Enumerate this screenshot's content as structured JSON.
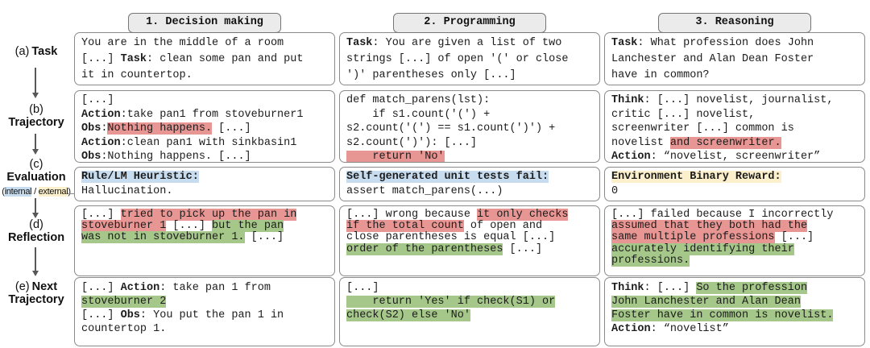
{
  "colors": {
    "highlight_red": "#e89693",
    "highlight_green": "#a6c78a",
    "highlight_blue": "#c8dcf0",
    "highlight_yellow": "#fbf0cb",
    "tab_background": "#ebebeb",
    "box_border": "#8a8a8a"
  },
  "flow": {
    "steps": [
      {
        "prefix": "(a)",
        "title": "Task"
      },
      {
        "prefix": "(b)",
        "title": "Trajectory"
      },
      {
        "prefix": "(c)",
        "title": "Evaluation",
        "subtitle": [
          {
            "t": "("
          },
          {
            "t": "internal",
            "h": "bl"
          },
          {
            "t": " / "
          },
          {
            "t": "external",
            "h": "y"
          },
          {
            "t": ")"
          }
        ]
      },
      {
        "prefix": "(d)",
        "title": "Reflection"
      },
      {
        "prefix": "(e)",
        "title": "Next Trajectory"
      }
    ]
  },
  "columns": [
    {
      "header": "1. Decision making",
      "task": [
        {
          "t": "You are in the middle of a room\n[...] "
        },
        {
          "t": "Task",
          "b": 1
        },
        {
          "t": ": clean some pan and put\nit in countertop."
        }
      ],
      "trajectory": [
        {
          "t": "[...]\n"
        },
        {
          "t": "Action",
          "b": 1
        },
        {
          "t": ":take pan1 from stoveburner1\n"
        },
        {
          "t": "Obs",
          "b": 1
        },
        {
          "t": ":"
        },
        {
          "t": "Nothing happens.",
          "h": "r"
        },
        {
          "t": " [...]\n"
        },
        {
          "t": "Action",
          "b": 1
        },
        {
          "t": ":clean pan1 with sinkbasin1\n"
        },
        {
          "t": "Obs",
          "b": 1
        },
        {
          "t": ":Nothing happens. [...]"
        }
      ],
      "evaluation": [
        {
          "t": "Rule/LM Heuristic:",
          "b": 1,
          "h": "bl"
        },
        {
          "t": "\nHallucination."
        }
      ],
      "reflection": [
        {
          "t": "[...] "
        },
        {
          "t": "tried to pick up the pan in\nstoveburner 1",
          "h": "r"
        },
        {
          "t": " [...] "
        },
        {
          "t": "but the pan\nwas not in stoveburner 1.",
          "h": "g"
        },
        {
          "t": " [...]"
        }
      ],
      "next_trajectory": [
        {
          "t": "[...] "
        },
        {
          "t": "Action",
          "b": 1
        },
        {
          "t": ": take pan 1 from\n"
        },
        {
          "t": "stoveburner 2",
          "h": "g"
        },
        {
          "t": "\n[...] "
        },
        {
          "t": "Obs",
          "b": 1
        },
        {
          "t": ": You put the pan 1 in\ncountertop 1."
        }
      ]
    },
    {
      "header": "2. Programming",
      "task": [
        {
          "t": "Task",
          "b": 1
        },
        {
          "t": ": You are given a list of two\nstrings [...] of open '(' or close\n')' parentheses only [...]"
        }
      ],
      "trajectory": [
        {
          "t": "def match_parens(lst):\n    if s1.count('(') +\ns2.count('(') == s1.count(')') +\ns2.count(')'): [...]\n"
        },
        {
          "t": "    return 'No'",
          "h": "r"
        }
      ],
      "evaluation": [
        {
          "t": "Self-generated unit tests fail:",
          "b": 1,
          "h": "bl"
        },
        {
          "t": "\nassert match_parens(...)"
        }
      ],
      "reflection": [
        {
          "t": "[...] wrong because "
        },
        {
          "t": "it only checks\nif the total count",
          "h": "r"
        },
        {
          "t": " of open and\nclose parentheses is equal [...]\n"
        },
        {
          "t": "order of the parentheses",
          "h": "g"
        },
        {
          "t": " [...]"
        }
      ],
      "next_trajectory": [
        {
          "t": "[...]\n"
        },
        {
          "t": "    return 'Yes' if check(S1) or\ncheck(S2) else 'No'",
          "h": "g"
        }
      ]
    },
    {
      "header": "3. Reasoning",
      "task": [
        {
          "t": "Task",
          "b": 1
        },
        {
          "t": ": What profession does John\nLanchester and Alan Dean Foster\nhave in common?"
        }
      ],
      "trajectory": [
        {
          "t": "Think",
          "b": 1
        },
        {
          "t": ": [...] novelist, journalist,\ncritic [...] novelist,\nscreenwriter [...] common is\nnovelist "
        },
        {
          "t": "and screenwriter.",
          "h": "r"
        },
        {
          "t": "\n"
        },
        {
          "t": "Action",
          "b": 1
        },
        {
          "t": ": “novelist, screenwriter”"
        }
      ],
      "evaluation": [
        {
          "t": "Environment Binary Reward:",
          "b": 1,
          "h": "y"
        },
        {
          "t": "\n0"
        }
      ],
      "reflection": [
        {
          "t": "[...] failed because I incorrectly\n"
        },
        {
          "t": "assumed that they both had the\nsame multiple professions",
          "h": "r"
        },
        {
          "t": " [...]\n"
        },
        {
          "t": "accurately identifying their\nprofessions.",
          "h": "g"
        }
      ],
      "next_trajectory": [
        {
          "t": "Think",
          "b": 1
        },
        {
          "t": ": [...] "
        },
        {
          "t": "So the profession\nJohn Lanchester and Alan Dean\nFoster have in common is novelist.",
          "h": "g"
        },
        {
          "t": "\n"
        },
        {
          "t": "Action",
          "b": 1
        },
        {
          "t": ": “novelist”"
        }
      ]
    }
  ]
}
